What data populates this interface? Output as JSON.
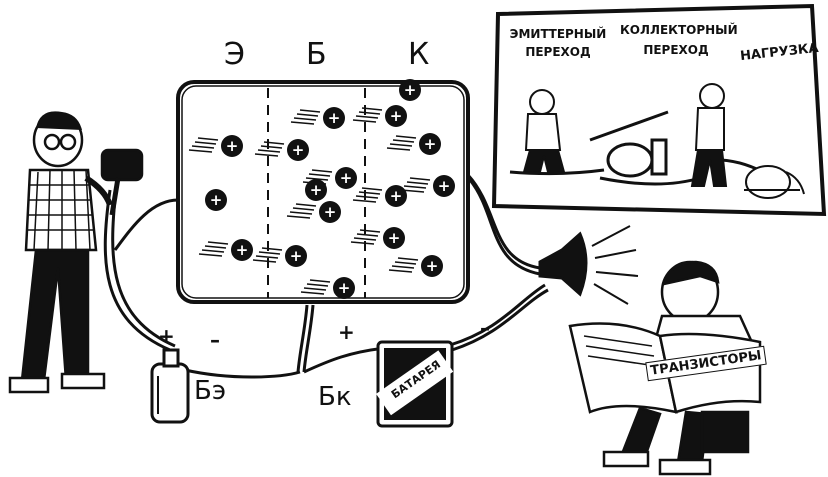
{
  "regions": {
    "emitter": "Э",
    "base": "Б",
    "collector": "К"
  },
  "inset": {
    "emitter_junction": [
      "ЭМИТТЕРНЫЙ",
      "ПЕРЕХОД"
    ],
    "collector_junction": [
      "КОЛЛЕКТОРНЫЙ",
      "ПЕРЕХОД"
    ],
    "load": "НАГРУЗКА"
  },
  "batteries": {
    "emitter_label": "Бэ",
    "collector_label": "Бк",
    "collector_case_text": "БАТАРЕЯ",
    "plus": "+",
    "minus": "–"
  },
  "book_title": "ТРАНЗИСТОРЫ",
  "holes": {
    "count": 17,
    "symbol": "+"
  },
  "colors": {
    "ink": "#111111",
    "paper": "#ffffff"
  }
}
